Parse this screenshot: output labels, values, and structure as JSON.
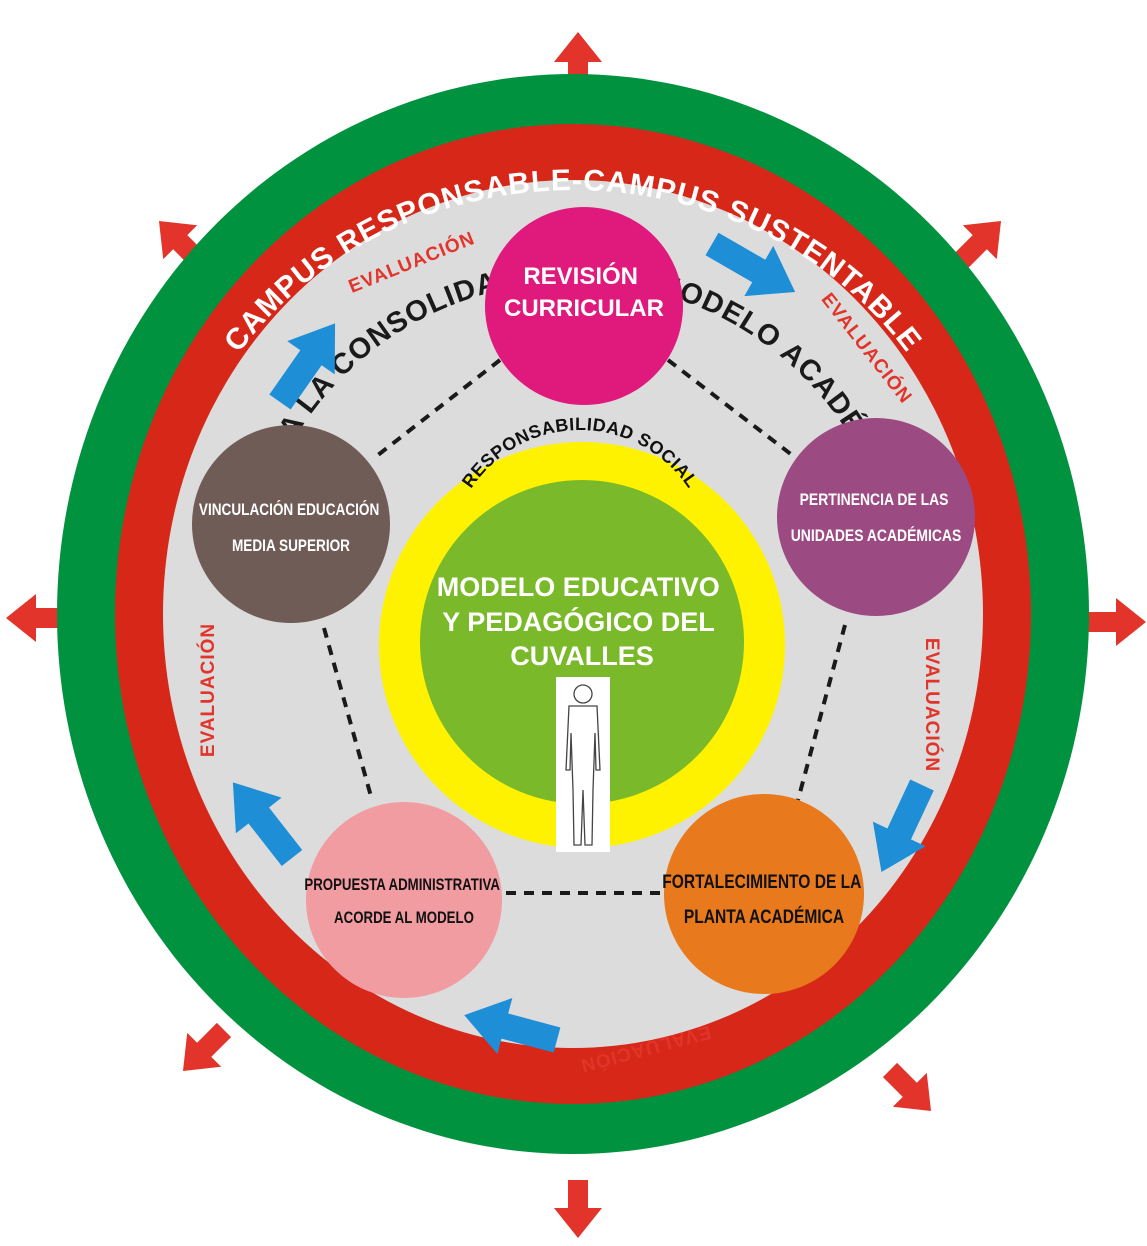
{
  "rings": {
    "outer_label": "CAMPUS RESPONSABLE-CAMPUS SUSTENTABLE",
    "inner_label": "HACIA LA CONSOLIDACIÓN DEL MODELO ACADÉMICO",
    "colors": {
      "outer": "#00923f",
      "inner": "#d62718",
      "field": "#dcdcdc"
    }
  },
  "center": {
    "ring_label": "RESPONSABILIDAD SOCIAL",
    "title_lines": [
      "MODELO EDUCATIVO",
      "Y PEDAGÓGICO DEL",
      "CUVALLES"
    ],
    "colors": {
      "ring": "#fff200",
      "core": "#7ab929"
    }
  },
  "nodes": {
    "revision": {
      "lines": [
        "REVISIÓN",
        "CURRICULAR"
      ],
      "color": "#e0197d"
    },
    "pertinencia": {
      "lines": [
        "PERTINENCIA DE LAS",
        "UNIDADES ACADÉMICAS"
      ],
      "color": "#9b4a82"
    },
    "fortalecimiento": {
      "lines": [
        "FORTALECIMIENTO DE LA",
        "PLANTA ACADÉMICA"
      ],
      "color": "#e8791c"
    },
    "propuesta": {
      "lines": [
        "PROPUESTA ADMINISTRATIVA",
        "ACORDE AL MODELO"
      ],
      "color": "#f09ca1"
    },
    "vinculacion": {
      "lines": [
        "VINCULACIÓN EDUCACIÓN",
        "MEDIA SUPERIOR"
      ],
      "color": "#705c56"
    }
  },
  "evaluation_label": "EVALUACIÓN",
  "arrow_colors": {
    "flow": "#1e8ed6",
    "outward": "#e2342a"
  }
}
